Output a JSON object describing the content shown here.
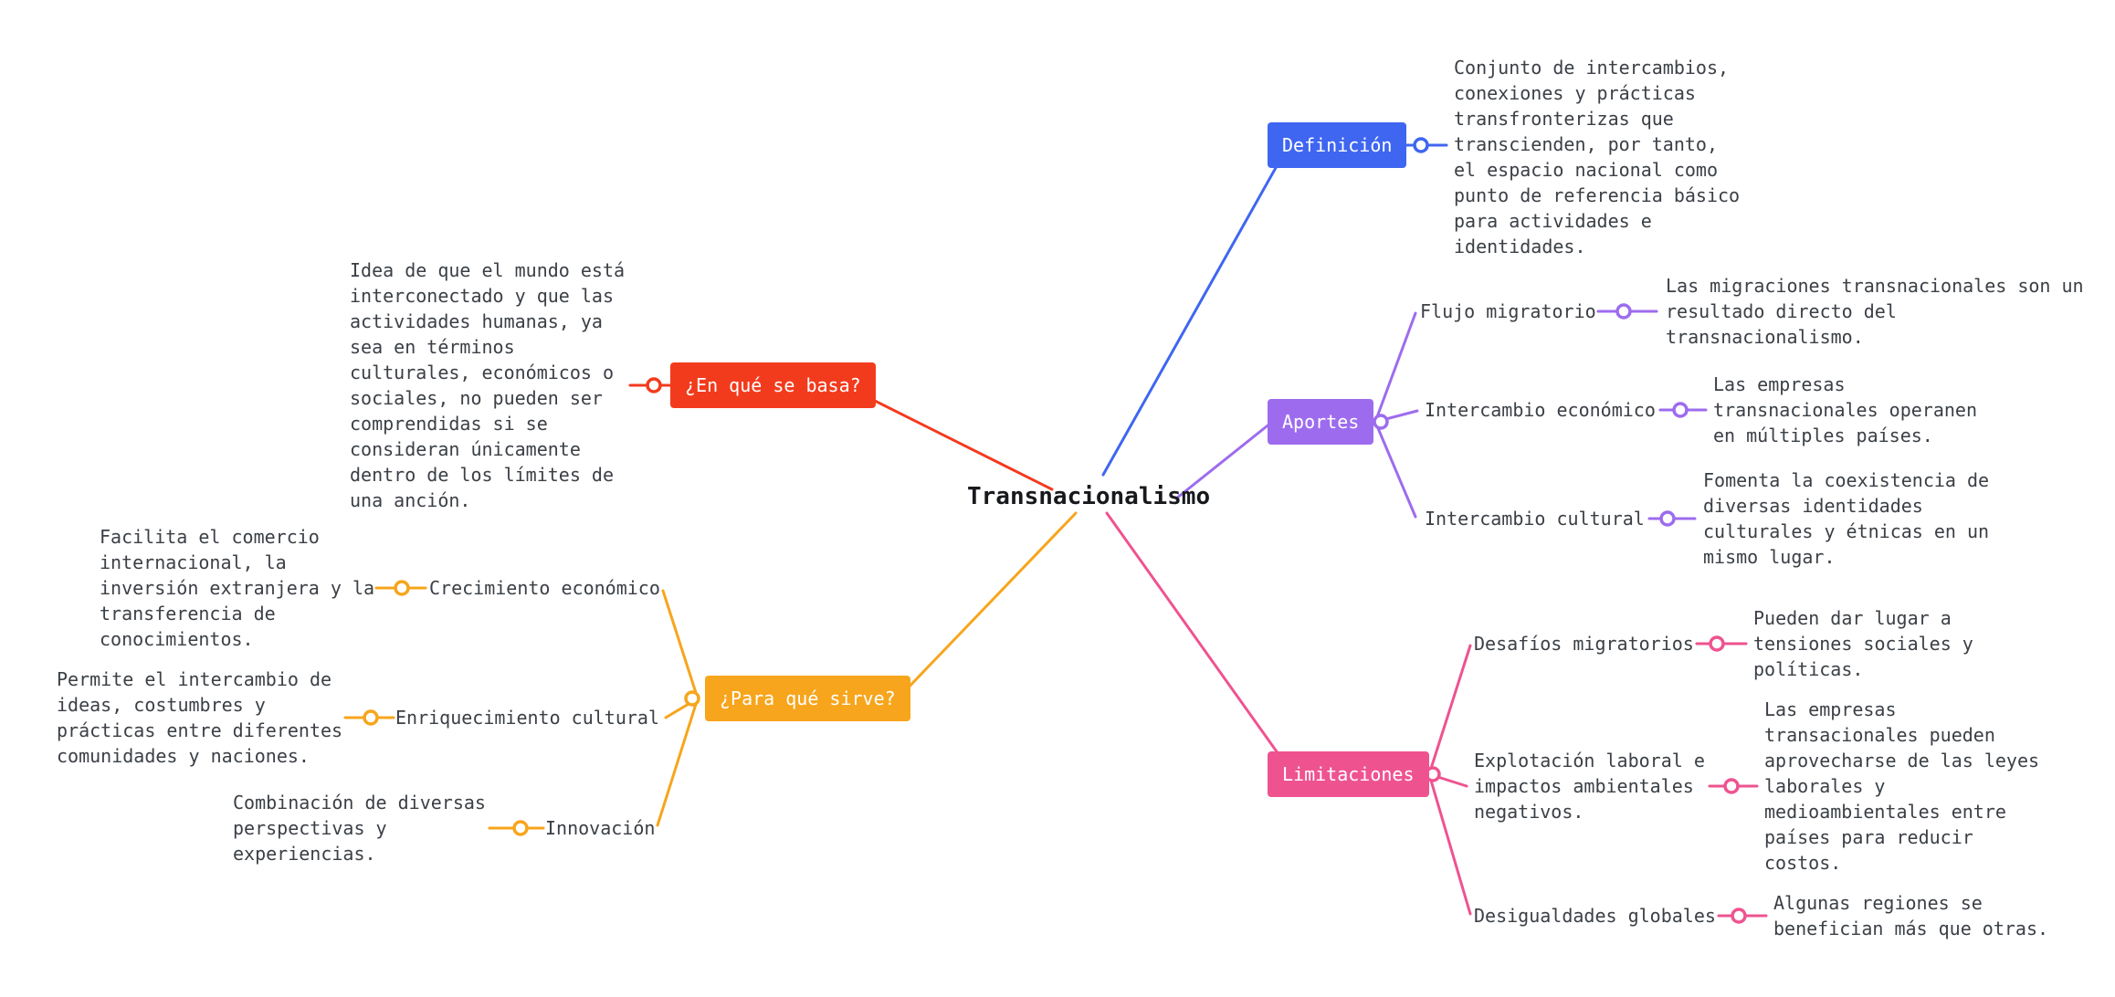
{
  "title": "Transnacionalismo",
  "colors": {
    "definicion": "#3f66f1",
    "aportes": "#9d6cee",
    "limitaciones": "#ee5390",
    "en_que_se_basa": "#f23b1d",
    "para_que_sirve": "#f7a51c",
    "text": "#3b4046",
    "background": "#ffffff"
  },
  "branches": {
    "definicion": {
      "label": "Definición",
      "description": "Conjunto de intercambios,\nconexiones y prácticas\ntransfronterizas que\ntranscienden, por tanto,\nel espacio nacional como\npunto de referencia básico\npara actividades e\nidentidades."
    },
    "basa": {
      "label": "¿En qué se basa?",
      "description": "Idea de que el mundo está\ninterconectado y que las\nactividades humanas, ya\nsea en términos\nculturales, económicos o\nsociales, no pueden ser\ncomprendidas si se\nconsideran únicamente\ndentro de los límites de\nuna anción."
    },
    "aportes": {
      "label": "Aportes",
      "children": [
        {
          "label": "Flujo migratorio",
          "description": "Las migraciones transnacionales son un\nresultado directo del\ntransnacionalismo."
        },
        {
          "label": "Intercambio económico",
          "description": "Las empresas\ntransnacionales operanen\nen múltiples países."
        },
        {
          "label": "Intercambio cultural",
          "description": "Fomenta la coexistencia de\ndiversas identidades\nculturales y étnicas en un\nmismo lugar."
        }
      ]
    },
    "sirve": {
      "label": "¿Para qué sirve?",
      "children": [
        {
          "label": "Crecimiento económico",
          "description": "Facilita el comercio\ninternacional, la\ninversión extranjera y la\ntransferencia de\nconocimientos."
        },
        {
          "label": "Enriquecimiento cultural",
          "description": "Permite el intercambio de\nideas, costumbres y\nprácticas entre diferentes\ncomunidades y naciones."
        },
        {
          "label": "Innovación",
          "description": "Combinación de diversas\nperspectivas y\nexperiencias."
        }
      ]
    },
    "limitaciones": {
      "label": "Limitaciones",
      "children": [
        {
          "label": "Desafíos migratorios",
          "description": "Pueden dar lugar a\ntensiones sociales y\npolíticas."
        },
        {
          "label": "Explotación laboral e\nimpactos ambientales\nnegativos.",
          "description": "Las empresas\ntransacionales pueden\naprovecharse de las leyes\nlaborales y\nmedioambientales entre\npaíses para reducir\ncostos."
        },
        {
          "label": "Desigualdades globales",
          "description": "Algunas regiones se\nbenefician más que otras."
        }
      ]
    }
  }
}
